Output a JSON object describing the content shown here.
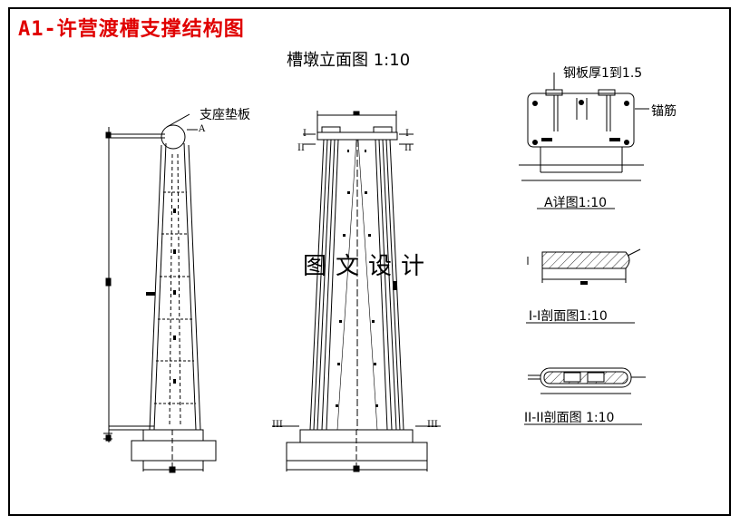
{
  "title": "A1-许营渡槽支撑结构图",
  "main_title": "槽墩立面图 1:10",
  "watermark": "图文设计",
  "labels": {
    "bearing_pad": "支座垫板",
    "point_a": "A",
    "steel_plate": "钢板厚1到1.5",
    "anchor": "锚筋",
    "detail_a": "A详图1:10",
    "section_1": "I-I剖面图1:10",
    "section_2": "II-II剖面图 1:10",
    "mark_I_left": "I",
    "mark_I_right": "I",
    "mark_II_left": "II",
    "mark_II_right": "II",
    "mark_III_left": "III",
    "mark_III_right": "III"
  }
}
